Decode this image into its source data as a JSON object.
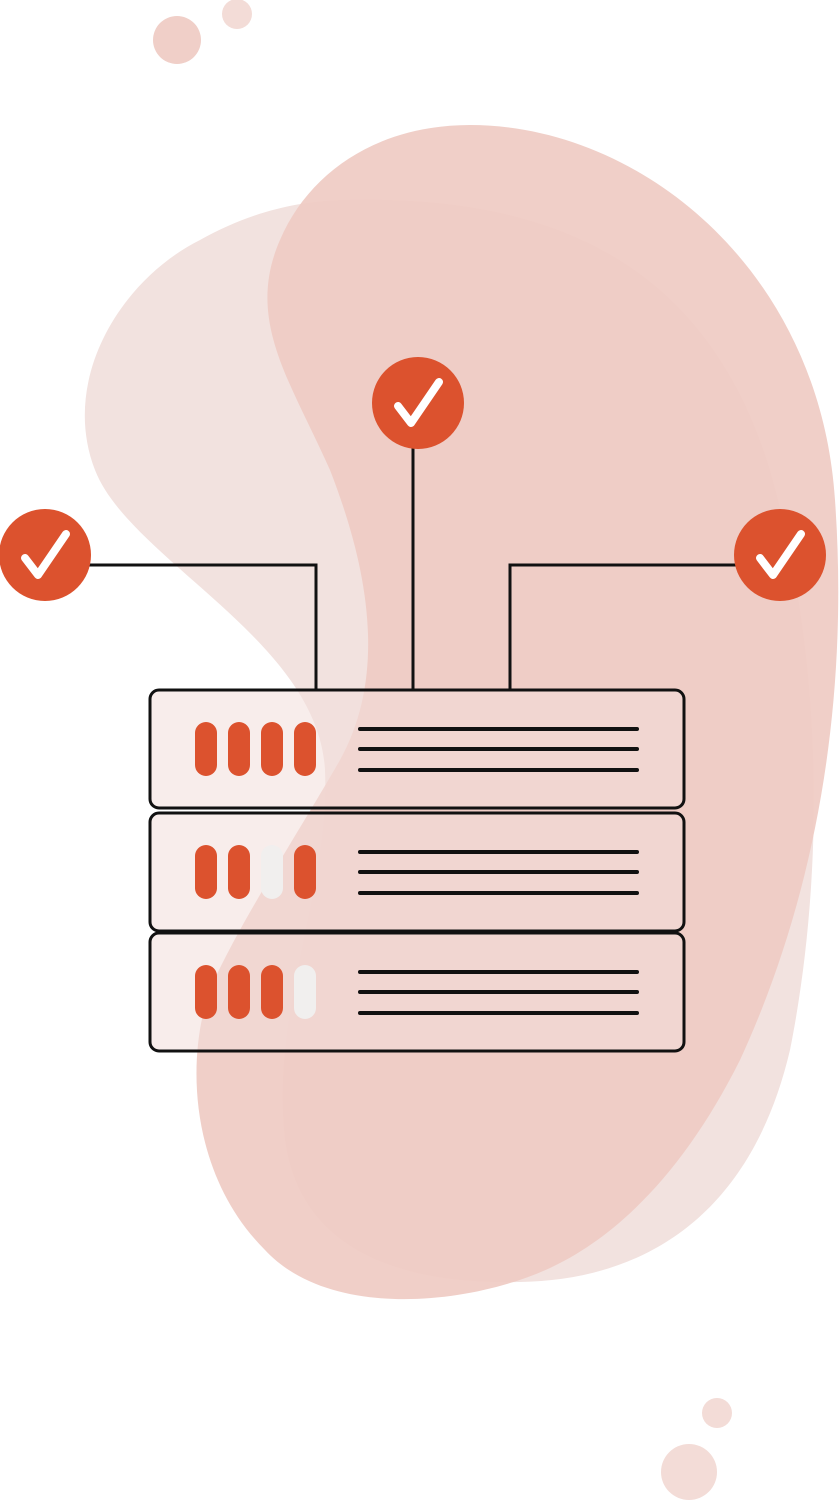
{
  "colors": {
    "background": "#ffffff",
    "blob_back": "#f2e2df",
    "blob_front": "#efcbc3",
    "accent": "#dc522e",
    "outline": "#111111",
    "led_off": "#f1efee",
    "rack_fill": "#f3dfdb",
    "check": "#ffffff",
    "bubble": "#f3dcd7"
  },
  "checkpoints": [
    {
      "icon": "check-circle-icon",
      "status": "ok"
    },
    {
      "icon": "check-circle-icon",
      "status": "ok"
    },
    {
      "icon": "check-circle-icon",
      "status": "ok"
    }
  ],
  "server_units": [
    {
      "leds": [
        true,
        true,
        true,
        true
      ]
    },
    {
      "leds": [
        true,
        true,
        false,
        true
      ]
    },
    {
      "leds": [
        true,
        true,
        true,
        false
      ]
    }
  ]
}
